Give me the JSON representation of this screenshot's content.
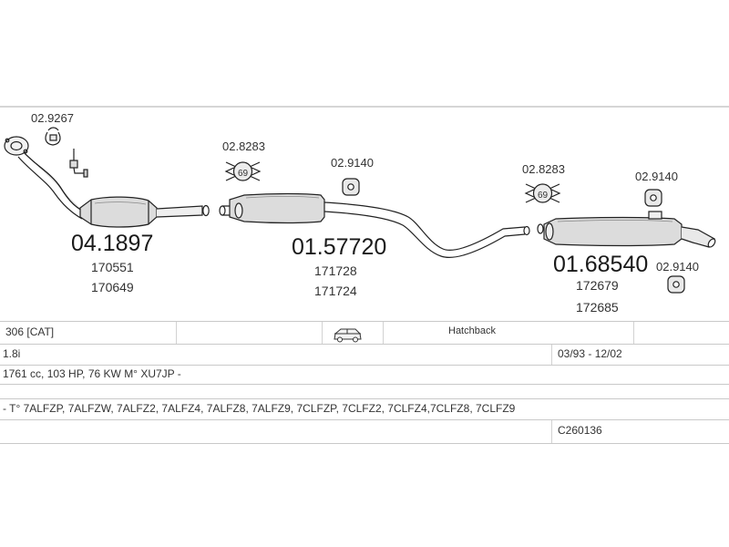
{
  "parts": {
    "clamp_front_code": "02.9267",
    "gasket_mid_code": "02.8283",
    "hanger_mid_code": "02.9140",
    "gasket_rear_code": "02.8283",
    "hanger_rear_upper_code": "02.9140",
    "hanger_rear_lower_code": "02.9140",
    "ring_label": "69",
    "front_pipe": {
      "code": "04.1897",
      "refs": [
        "170551",
        "170649"
      ]
    },
    "middle_silencer": {
      "code": "01.57720",
      "refs": [
        "171728",
        "171724"
      ]
    },
    "rear_silencer": {
      "code": "01.68540",
      "refs": [
        "172679",
        "172685"
      ]
    }
  },
  "vehicle": {
    "model": "306  [CAT]",
    "body": "Hatchback",
    "body_icon": "car-icon",
    "engine": "1.8i",
    "years": "03/93 - 12/02",
    "spec": "1761 cc, 103 HP, 76 KW M° XU7JP -",
    "types": "- T° 7ALFZP, 7ALFZW, 7ALFZ2, 7ALFZ4, 7ALFZ8, 7ALFZ9, 7CLFZP, 7CLFZ2, 7CLFZ4,7CLFZ8, 7CLFZ9",
    "catalog": "C260136"
  }
}
